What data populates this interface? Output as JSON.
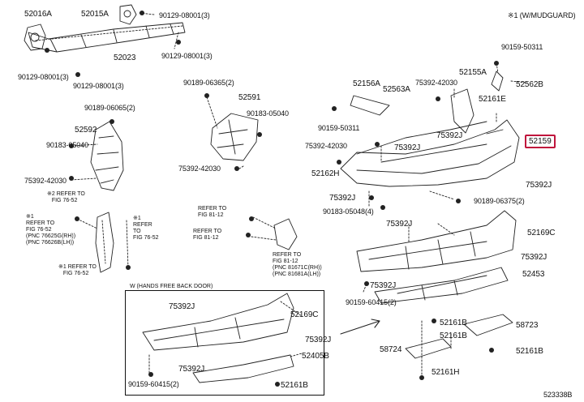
{
  "legend": {
    "mudguard": "※1 (W/MUDGUARD)"
  },
  "callouts": {
    "p52016A": "52016A",
    "p52015A": "52015A",
    "b9012908001_3a": "90129-08001(3)",
    "b9012908001_3b": "90129-08001(3)",
    "b9012908001_3c": "90129-08001(3)",
    "b9012908001_3d": "90129-08001(3)",
    "p52023": "52023",
    "b9018906365_2": "90189-06365(2)",
    "p52591": "52591",
    "b9018305040a": "90183-05040",
    "b9018906065_2": "90189-06065(2)",
    "p52592": "52592",
    "b9018305040b": "90183-05040",
    "b7539242030a": "75392-42030",
    "b7539242030b": "75392-42030",
    "b7539242030c": "75392-42030",
    "b7539242030d": "75392-42030",
    "b9015950311a": "90159-50311",
    "b9015950311b": "90159-50311",
    "p52155A": "52155A",
    "p52562B": "52562B",
    "p52156A": "52156A",
    "p52563A": "52563A",
    "p52161E": "52161E",
    "p75392Ja": "75392J",
    "p75392Jb": "75392J",
    "p75392Jc": "75392J",
    "p75392Jd": "75392J",
    "p75392Je": "75392J",
    "p75392Jf": "75392J",
    "p75392Jg": "75392J",
    "p75392Jh": "75392J",
    "p75392Ji": "75392J",
    "p75392Jj": "75392J",
    "p52159": "52159",
    "p52162H": "52162H",
    "b9018906375_2": "90189-06375(2)",
    "b9018305048_4": "90183-05048(4)",
    "p52169Ca": "52169C",
    "p52169Cb": "52169C",
    "p52453": "52453",
    "b9015960415_2a": "90159-60415(2)",
    "b9015960415_2b": "90159-60415(2)",
    "p52161Ba": "52161B",
    "p52161Bb": "52161B",
    "p52161Bc": "52161B",
    "p58723": "58723",
    "p58724": "58724",
    "p52161H": "52161H",
    "p52405B": "52405B",
    "code": "523338B"
  },
  "refer_notes": {
    "left_top": "※2 REFER TO\n   FIG 76-52",
    "left_mid": "※1\nREFER TO\nFIG 76-52\n(PNC 76625G(RH))\n(PNC 76626B(LH))",
    "left_side": "※1\nREFER\nTO\nFIG 76-52",
    "left_bot": "※1 REFER TO\n   FIG 76-52",
    "center_a": "REFER TO\nFIG 81-12",
    "center_b": "REFER TO\nFIG 81-12",
    "center_c": "REFER TO\nFIG 81-12\n(PNC 81671C(RH))\n(PNC 81681A(LH))"
  },
  "inset": {
    "title": "W (HANDS FREE BACK DOOR)"
  }
}
